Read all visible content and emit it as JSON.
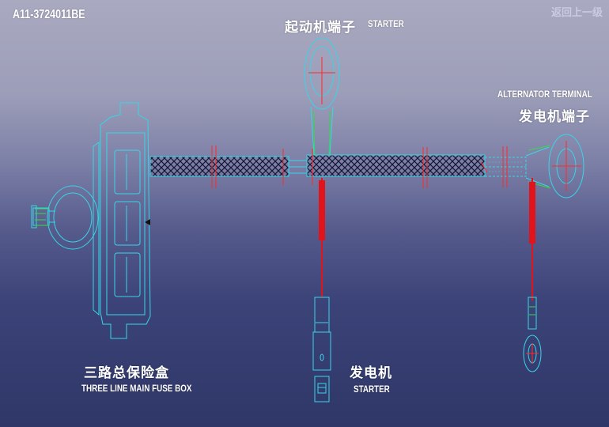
{
  "header": {
    "part_number": "A11-3724011BE",
    "back_link": "返回上一级"
  },
  "labels": {
    "starter_terminal_cn": "起动机端子",
    "starter_terminal_en": "STARTER",
    "alternator_terminal_en": "ALTERNATOR TERMINAL",
    "alternator_terminal_cn": "发电机端子",
    "fuse_box_cn": "三路总保险盒",
    "fuse_box_en": "THREE LINE MAIN FUSE BOX",
    "generator_cn": "发电机",
    "generator_en": "STARTER"
  },
  "colors": {
    "outline": "#36d6e8",
    "wire_red": "#e0141a",
    "crosshair_red": "#ff2a2a",
    "braid": "#1a1a3a",
    "green": "#33dd44"
  }
}
